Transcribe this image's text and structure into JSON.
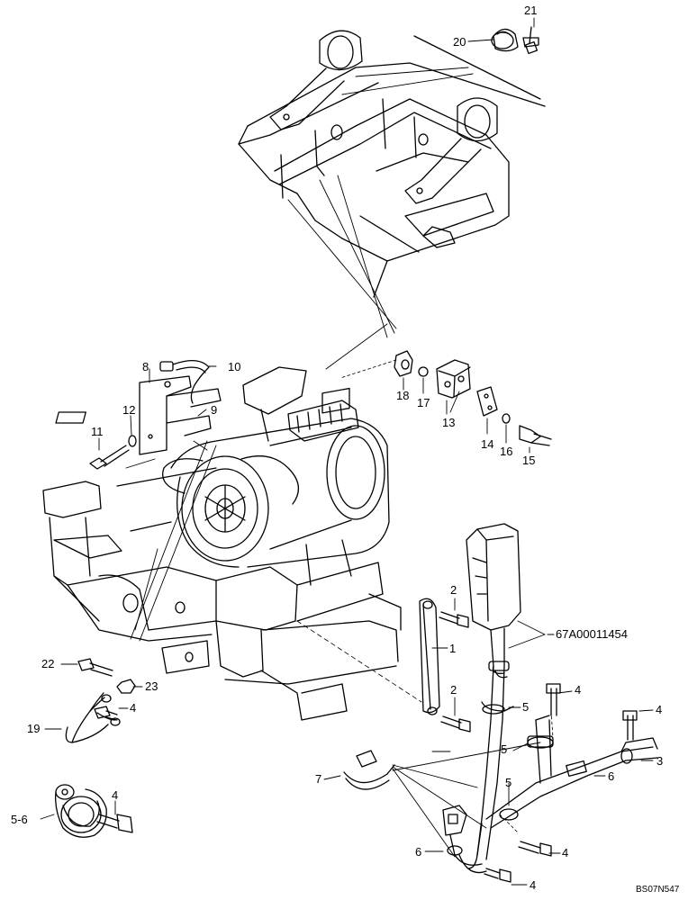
{
  "figure": {
    "reference_code": "67A00011454",
    "sheet_code": "BS07N547",
    "callouts": {
      "c1": "1",
      "c2a": "2",
      "c2b": "2",
      "c3": "3",
      "c4a": "4",
      "c4b": "4",
      "c4c": "4",
      "c4d": "4",
      "c4e": "4",
      "c4f": "4",
      "c5a": "5",
      "c5b": "5",
      "c5c": "5",
      "c56": "5-6",
      "c6a": "6",
      "c6b": "6",
      "c7": "7",
      "c8": "8",
      "c9": "9",
      "c10": "10",
      "c11": "11",
      "c12": "12",
      "c13": "13",
      "c14": "14",
      "c15": "15",
      "c16": "16",
      "c17": "17",
      "c18": "18",
      "c19": "19",
      "c20": "20",
      "c21": "21",
      "c22": "22",
      "c23": "23"
    }
  }
}
